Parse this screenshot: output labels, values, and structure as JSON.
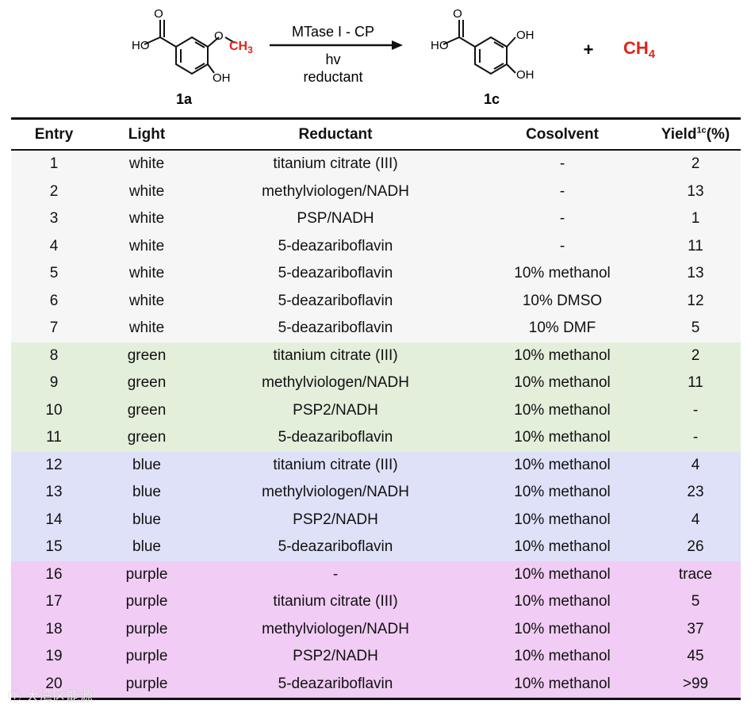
{
  "scheme": {
    "reactant_label": "1a",
    "product_label": "1c",
    "reactant_groups": {
      "acid": "HO",
      "methyl": "CH3",
      "hydroxyl": "OH"
    },
    "product_groups": {
      "acid": "HO",
      "oh_top": "OH",
      "oh_bottom": "OH"
    },
    "arrow_above": "MTase I - CP",
    "arrow_below_1": "hv",
    "arrow_below_2": "reductant",
    "plus": "+",
    "byproduct": "CH4",
    "highlight_color": "#e0241b"
  },
  "table": {
    "headers": {
      "entry": "Entry",
      "light": "Light",
      "reductant": "Reductant",
      "cosolvent": "Cosolvent",
      "yield_prefix": "Yield",
      "yield_sup": "1c",
      "yield_suffix": "(%)"
    },
    "group_colors": {
      "white": "#f6f6f6",
      "green": "#e3eedb",
      "blue": "#dfe1f9",
      "purple": "#f1ccf4"
    },
    "rows": [
      {
        "entry": "1",
        "light": "white",
        "reductant": "titanium citrate (III)",
        "cosolvent": "-",
        "yield": "2"
      },
      {
        "entry": "2",
        "light": "white",
        "reductant": "methylviologen/NADH",
        "cosolvent": "-",
        "yield": "13"
      },
      {
        "entry": "3",
        "light": "white",
        "reductant": "PSP/NADH",
        "cosolvent": "-",
        "yield": "1"
      },
      {
        "entry": "4",
        "light": "white",
        "reductant": "5-deazariboflavin",
        "cosolvent": "-",
        "yield": "11"
      },
      {
        "entry": "5",
        "light": "white",
        "reductant": "5-deazariboflavin",
        "cosolvent": "10% methanol",
        "yield": "13"
      },
      {
        "entry": "6",
        "light": "white",
        "reductant": "5-deazariboflavin",
        "cosolvent": "10% DMSO",
        "yield": "12"
      },
      {
        "entry": "7",
        "light": "white",
        "reductant": "5-deazariboflavin",
        "cosolvent": "10% DMF",
        "yield": "5"
      },
      {
        "entry": "8",
        "light": "green",
        "reductant": "titanium citrate (III)",
        "cosolvent": "10% methanol",
        "yield": "2"
      },
      {
        "entry": "9",
        "light": "green",
        "reductant": "methylviologen/NADH",
        "cosolvent": "10% methanol",
        "yield": "11"
      },
      {
        "entry": "10",
        "light": "green",
        "reductant": "PSP2/NADH",
        "cosolvent": "10% methanol",
        "yield": "-"
      },
      {
        "entry": "11",
        "light": "green",
        "reductant": "5-deazariboflavin",
        "cosolvent": "10% methanol",
        "yield": "-"
      },
      {
        "entry": "12",
        "light": "blue",
        "reductant": "titanium citrate (III)",
        "cosolvent": "10% methanol",
        "yield": "4"
      },
      {
        "entry": "13",
        "light": "blue",
        "reductant": "methylviologen/NADH",
        "cosolvent": "10% methanol",
        "yield": "23"
      },
      {
        "entry": "14",
        "light": "blue",
        "reductant": "PSP2/NADH",
        "cosolvent": "10% methanol",
        "yield": "4"
      },
      {
        "entry": "15",
        "light": "blue",
        "reductant": "5-deazariboflavin",
        "cosolvent": "10% methanol",
        "yield": "26"
      },
      {
        "entry": "16",
        "light": "purple",
        "reductant": "-",
        "cosolvent": "10% methanol",
        "yield": "trace"
      },
      {
        "entry": "17",
        "light": "purple",
        "reductant": "titanium citrate (III)",
        "cosolvent": "10% methanol",
        "yield": "5"
      },
      {
        "entry": "18",
        "light": "purple",
        "reductant": "methylviologen/NADH",
        "cosolvent": "10% methanol",
        "yield": "37"
      },
      {
        "entry": "19",
        "light": "purple",
        "reductant": "PSP2/NADH",
        "cosolvent": "10% methanol",
        "yield": "45"
      },
      {
        "entry": "20",
        "light": "purple",
        "reductant": "5-deazariboflavin",
        "cosolvent": "10% methanol",
        "yield": ">99"
      }
    ]
  },
  "watermark": "大湾区能源"
}
